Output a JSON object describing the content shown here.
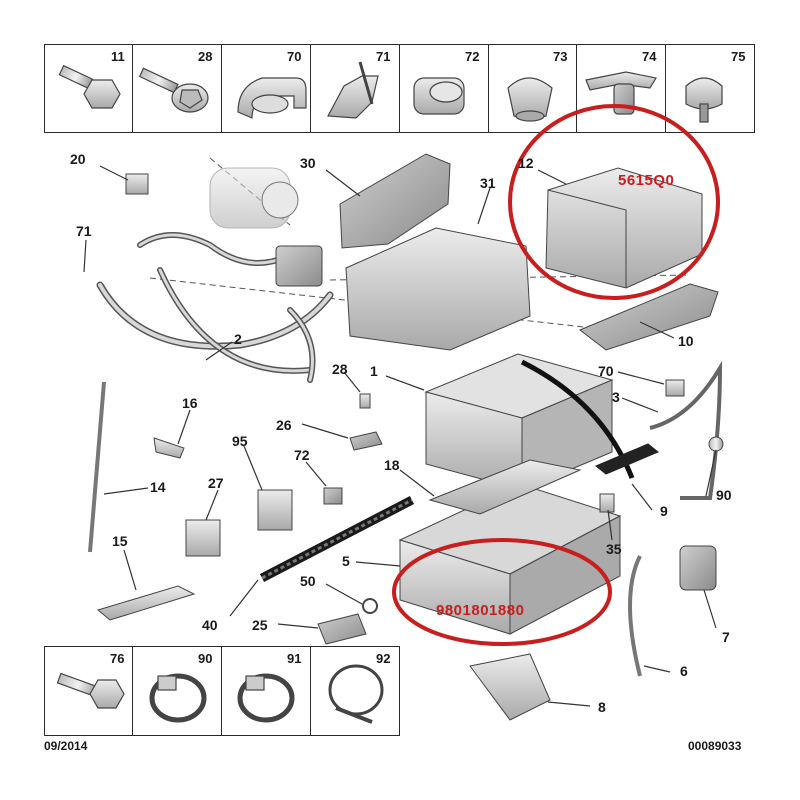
{
  "header_cells": [
    "11",
    "28",
    "70",
    "71",
    "72",
    "73",
    "74",
    "75"
  ],
  "footer_cells": [
    "76",
    "90",
    "91",
    "92"
  ],
  "callouts": {
    "c20": "20",
    "c30": "30",
    "c31": "31",
    "c12": "12",
    "c71": "71",
    "c2": "2",
    "c10": "10",
    "c28": "28",
    "c1": "1",
    "c70": "70",
    "c3": "3",
    "c16": "16",
    "c26": "26",
    "c95": "95",
    "c72": "72",
    "c18": "18",
    "c14": "14",
    "c27": "27",
    "c9": "9",
    "c90": "90",
    "c15": "15",
    "c5": "5",
    "c35": "35",
    "c50": "50",
    "c40": "40",
    "c25": "25",
    "c7": "7",
    "c6": "6",
    "c8": "8"
  },
  "highlights": {
    "top_part_number": "5615Q0",
    "tray_part_number": "9801801880",
    "highlight_color": "#c81e1e"
  },
  "footer": {
    "date": "09/2014",
    "doc_number": "00089033"
  }
}
